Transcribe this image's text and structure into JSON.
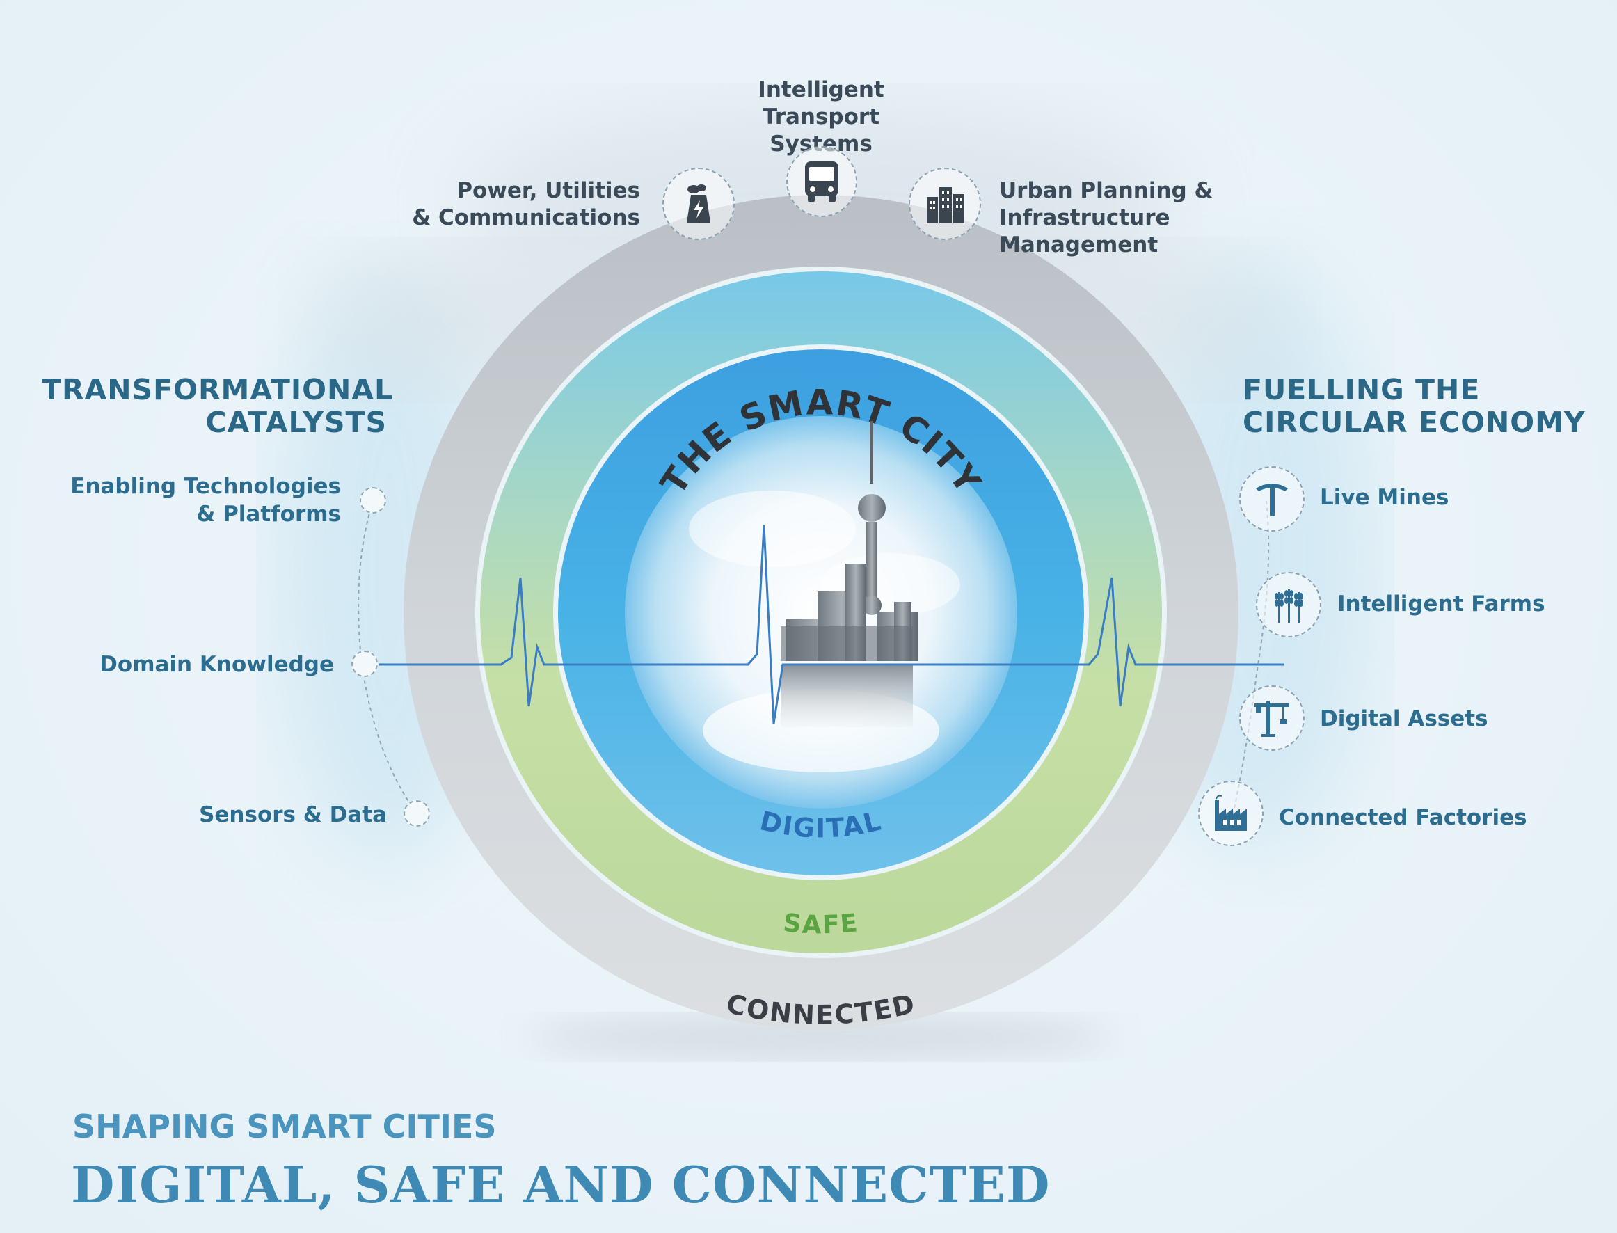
{
  "top": {
    "transport": "Intelligent\nTransport Systems",
    "power": "Power, Utilities\n& Communications",
    "urban": "Urban Planning &\nInfrastructure Management"
  },
  "left": {
    "heading": "TRANSFORMATIONAL\nCATALYSTS",
    "items": [
      "Enabling Technologies\n& Platforms",
      "Domain Knowledge",
      "Sensors & Data"
    ]
  },
  "right": {
    "heading": "FUELLING THE\nCIRCULAR ECONOMY",
    "items": [
      "Live Mines",
      "Intelligent Farms",
      "Digital Assets",
      "Connected Factories"
    ]
  },
  "center": {
    "title": "THE SMART CITY",
    "rings": [
      "DIGITAL",
      "SAFE",
      "CONNECTED"
    ]
  },
  "footer": {
    "subtitle": "SHAPING SMART CITIES",
    "title": "DIGITAL, SAFE AND CONNECTED"
  },
  "icons": {
    "power": "power-plant-icon",
    "transport": "bus-icon",
    "urban": "buildings-icon",
    "mines": "pickaxe-icon",
    "farms": "wheat-icon",
    "assets": "crane-icon",
    "factories": "factory-icon"
  },
  "colors": {
    "heading": "#2b6787",
    "ring_connected": "#c9ced3",
    "ring_safe": "#c5dca8",
    "ring_digital": "#3fa4e2",
    "safe_text": "#5aa541",
    "digital_text": "#2a6fb6",
    "connected_text": "#3a3f45"
  }
}
